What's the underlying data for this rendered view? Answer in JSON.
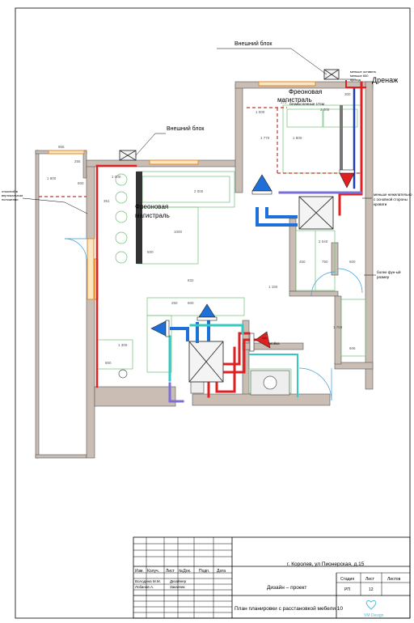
{
  "labels": {
    "outdoor_unit_top": "Внешний блок",
    "outdoor_unit_left": "Внешний блок",
    "drain": "Дренаж",
    "freon_line_top_1": "Фреоновая",
    "freon_line_top_2": "магистраль",
    "freon_line_left_1": "Фреоновая",
    "freon_line_left_2": "магистраль",
    "note_keep_distance_1": "меньше оставить",
    "note_keep_distance_2": "меньше 600",
    "note_keep_distance_3": "проход",
    "note_bed_side_1": "меньше нежелательно",
    "note_bed_side_2": "с основной стороны",
    "note_bed_side_3": "кровати",
    "note_more_funct_1": "более фун-ый",
    "note_more_funct_2": "размер",
    "note_left_1": "откосной в",
    "note_left_2": "вертикальном",
    "note_left_3": "положении",
    "note_sink": "мойка",
    "note_ceiling": "безмысленные 17см"
  },
  "dimensions": {
    "d955": "955",
    "d255": "255",
    "d300_top": "300",
    "d1000_a": "1 000",
    "d2000": "2 000",
    "d1770": "1 770",
    "d1800": "1 800",
    "d1000_b": "1 000",
    "d2000_b": "2 000",
    "d600_a": "600",
    "d1150": "1 150",
    "d450": "450",
    "d750": "750",
    "d600_b": "600",
    "d2040": "2 040",
    "d1300": "1 300",
    "d800": "800",
    "d250": "250",
    "d600_c": "600",
    "d1000_c": "1000",
    "d1780": "1 780",
    "d606": "606",
    "d1800_l": "1 800",
    "d600_d": "600",
    "d351": "351",
    "d832": "832",
    "d170": "170"
  },
  "title_block": {
    "address": "г. Королев, ул Пионерская, д.15",
    "project": "Дизайн – проект",
    "drawing_title": "План планировки с расстановкой мебели 10",
    "col_izm": "Изм.",
    "col_koluch": "Колуч.",
    "col_list": "Лист",
    "col_ndok": "№Док.",
    "col_podp": "Подп.",
    "col_data": "Дата",
    "person1": "Володина М.М.",
    "role1": "Дизайнер",
    "person2": "Лобанов А.",
    "role2": "Заказчик",
    "stage_h": "Стадия",
    "sheet_h": "Лист",
    "sheets_h": "Листов",
    "stage": "РП",
    "sheet": "12",
    "logo_text": "VM Design"
  }
}
